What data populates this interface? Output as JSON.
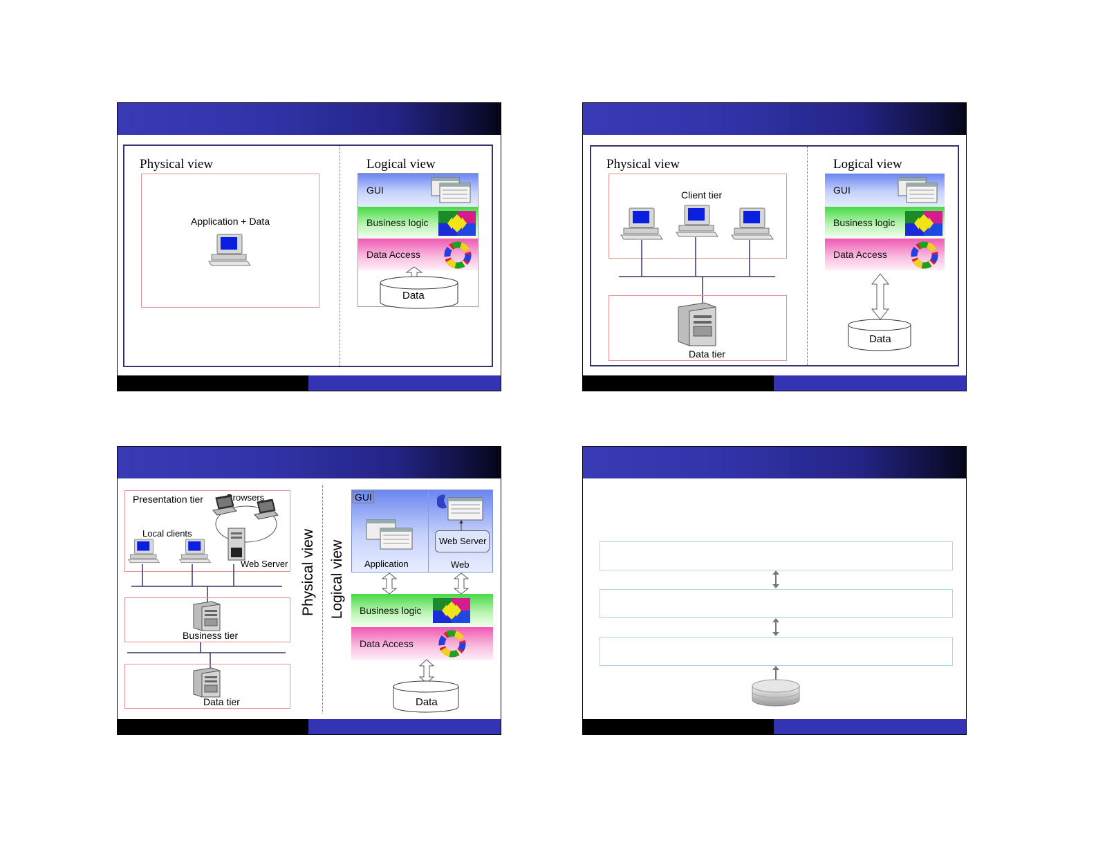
{
  "slide1": {
    "physical_title": "Physical view",
    "logical_title": "Logical view",
    "app_label": "Application + Data",
    "gui": "GUI",
    "business_logic": "Business logic",
    "data_access": "Data Access",
    "data": "Data"
  },
  "slide2": {
    "physical_title": "Physical view",
    "logical_title": "Logical view",
    "client_tier": "Client tier",
    "data_tier": "Data tier",
    "gui": "GUI",
    "business_logic": "Business logic",
    "data_access": "Data Access",
    "data": "Data"
  },
  "slide3": {
    "presentation_tier": "Presentation tier",
    "browsers": "Browsers",
    "local_clients": "Local clients",
    "web_server_phys": "Web Server",
    "business_tier": "Business tier",
    "data_tier": "Data tier",
    "physical_view": "Physical view",
    "logical_view": "Logical view",
    "gui": "GUI",
    "application": "Application",
    "web_server": "Web Server",
    "web": "Web",
    "business_logic": "Business logic",
    "data_access": "Data Access",
    "data": "Data"
  },
  "colors": {
    "header_blue": "#3333b3",
    "footer_black": "#000000",
    "pink_border": "#e89090",
    "frame_navy": "#33336e"
  },
  "icons": [
    "desktop-computer-icon",
    "server-tower-icon",
    "laptop-icon",
    "window-stack-icon",
    "puzzle-icon",
    "ring-icon",
    "database-cylinder-icon",
    "double-arrow-icon"
  ]
}
